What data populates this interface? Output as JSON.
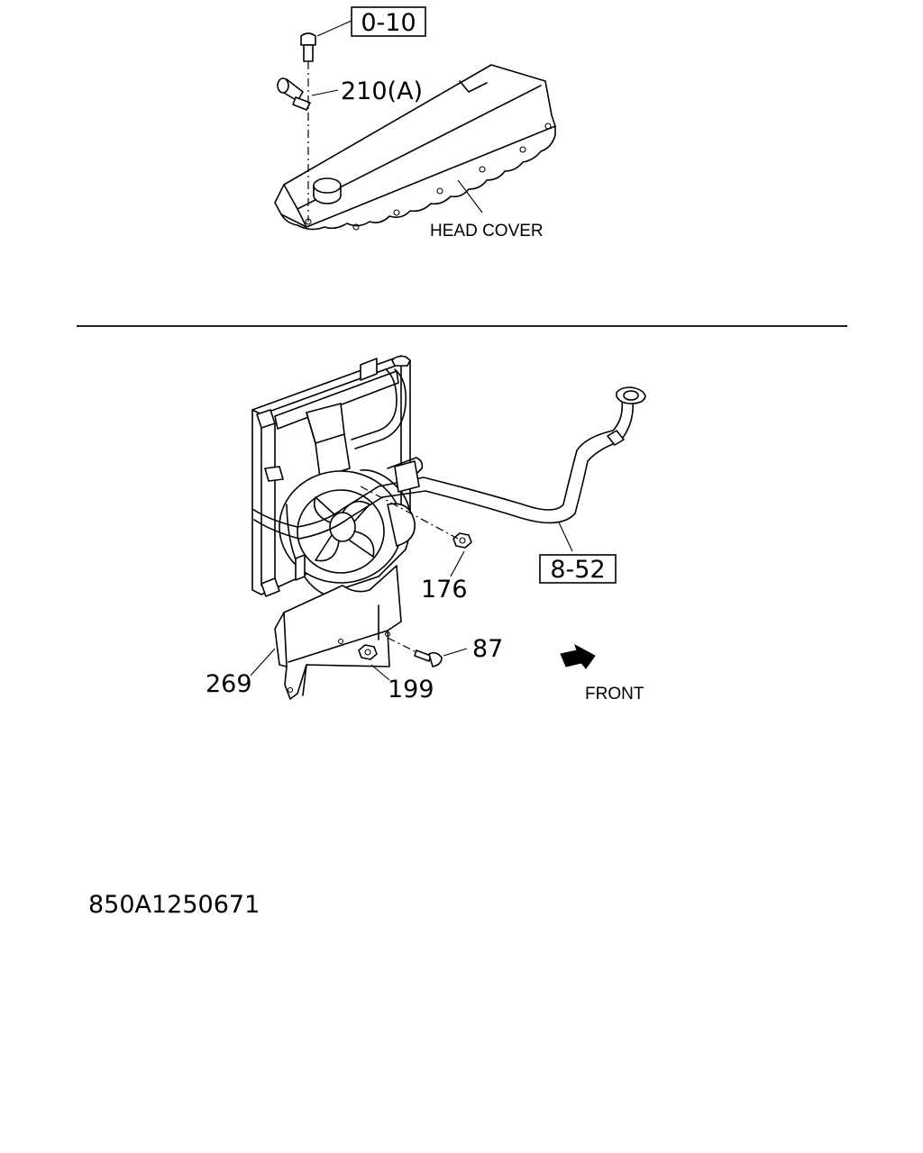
{
  "labels": {
    "ref_top": "0-10",
    "part_210": "210(A)",
    "head_cover": "HEAD COVER",
    "ref_mid": "8-52",
    "part_176": "176",
    "part_87": "87",
    "part_269": "269",
    "part_199": "199",
    "front": "FRONT",
    "drawing_id": "850A1250671"
  }
}
